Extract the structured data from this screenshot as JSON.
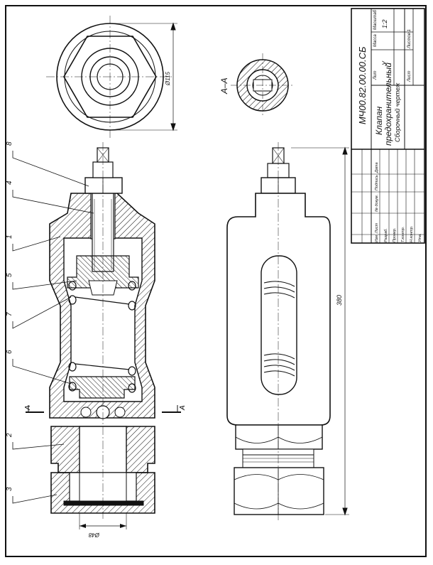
{
  "drawing": {
    "designation": "МЧ00.82.00.00.СБ",
    "title_line1": "Клапан",
    "title_line2": "предохранительный",
    "doc_type": "Сборочный чертеж"
  },
  "title_block": {
    "col_lit": "Лит",
    "col_mass": "Масса",
    "col_scale": "Масштаб",
    "lit_value": "У",
    "scale_value": "1:2",
    "sheet_label": "Лист",
    "sheets_label": "Листов 1",
    "rev_headers": [
      "Изм",
      "Лист",
      "№ докум.",
      "Подпись",
      "Дата"
    ],
    "roles": [
      "Разраб.",
      "Провер.",
      "Т.контр.",
      "Н.контр.",
      "Утв."
    ]
  },
  "labels": {
    "section_title": "А–А",
    "section_mark_left": "А",
    "section_mark_right": "А",
    "dim_diameter_top": "Ø115",
    "dim_diameter_bottom": "Ø48",
    "dim_length": "380",
    "leaders": [
      "8",
      "4",
      "1",
      "5",
      "7",
      "6",
      "2",
      "3"
    ]
  },
  "colors": {
    "line": "#111111",
    "paper": "#ffffff"
  }
}
